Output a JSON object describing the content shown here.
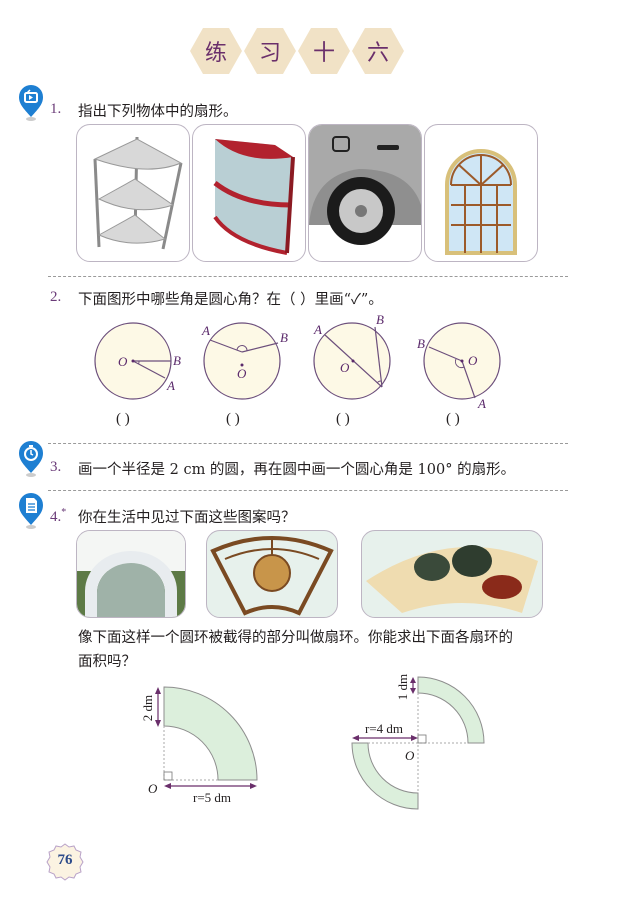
{
  "header": {
    "title_chars": [
      "练",
      "习",
      "十",
      "六"
    ],
    "colors": {
      "hex_bg": "#f1e2c6",
      "hex_text": "#6a2f6b",
      "accent_number": "#6a3b78",
      "pin_blue": "#1e7fd2",
      "ring_fill": "#dcefdc",
      "circle_fill": "#fdf9e6"
    }
  },
  "questions": [
    {
      "number": "1.",
      "icon": "video-screen-icon",
      "text": "指出下列物体中的扇形。",
      "images": [
        "corner-wire-shelf",
        "red-corner-cabinet",
        "car-wheel-arch",
        "arched-window"
      ]
    },
    {
      "number": "2.",
      "text": "下面图形中哪些角是圆心角？在（    ）里画“✓”。",
      "figures": [
        {
          "labels": [
            "O",
            "B",
            "A"
          ],
          "answer": "(    )"
        },
        {
          "labels": [
            "A",
            "B",
            "O"
          ],
          "answer": "(    )"
        },
        {
          "labels": [
            "A",
            "B",
            "O"
          ],
          "answer": "(    )"
        },
        {
          "labels": [
            "B",
            "O",
            "A"
          ],
          "answer": "(    )"
        }
      ]
    },
    {
      "number": "3.",
      "icon": "stopwatch-icon",
      "text": "画一个半径是 2 cm 的圆，再在圆中画一个圆心角是 100°  的扇形。"
    },
    {
      "number": "4.",
      "star": "*",
      "icon": "document-icon",
      "text": "你在生活中见过下面这些图案吗？",
      "images": [
        "arch-gate-photo",
        "carved-fan-window",
        "painted-folding-fan"
      ],
      "body_line1": "像下面这样一个圆环被截得的部分叫做扇环。你能求出下面各扇环的",
      "body_line2": "面积吗？",
      "diagrams": [
        {
          "width_label": "2 dm",
          "radius_label": "r=5 dm",
          "origin": "O"
        },
        {
          "width_label": "1 dm",
          "radius_label": "r=4 dm",
          "origin": "O"
        }
      ]
    }
  ],
  "footer": {
    "page_number": "76"
  }
}
